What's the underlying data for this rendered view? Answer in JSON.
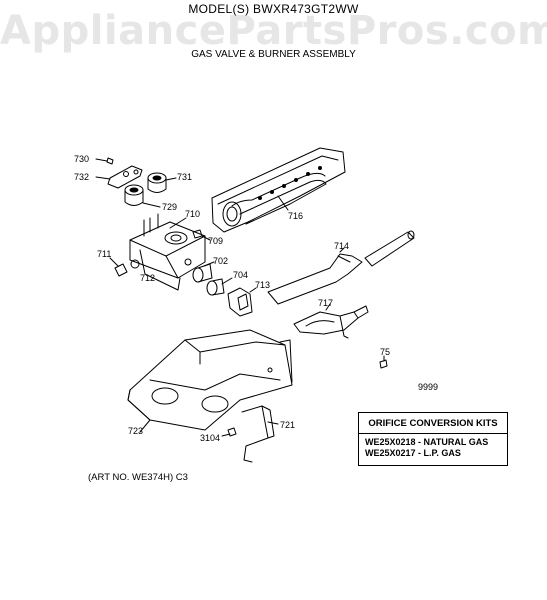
{
  "header": {
    "model": "MODEL(S) BWXR473GT2WW",
    "watermark": "AppliancePartsPros.com",
    "subtitle": "GAS VALVE & BURNER ASSEMBLY"
  },
  "parts": {
    "p730": "730",
    "p732": "732",
    "p731": "731",
    "p729": "729",
    "p710": "710",
    "p709": "709",
    "p716": "716",
    "p714": "714",
    "p711": "711",
    "p712": "712",
    "p702": "702",
    "p704": "704",
    "p713": "713",
    "p717": "717",
    "p75": "75",
    "p723": "723",
    "p721": "721",
    "p3104": "3104"
  },
  "kit": {
    "number": "9999",
    "title": "ORIFICE CONVERSION KITS",
    "line1": "WE25X0218 - NATURAL GAS",
    "line2": "WE25X0217 - L.P. GAS"
  },
  "footer": {
    "art_no": "(ART NO. WE374H) C3"
  },
  "colors": {
    "line": "#000000",
    "watermark": "#e6e6e6",
    "background": "#ffffff"
  }
}
